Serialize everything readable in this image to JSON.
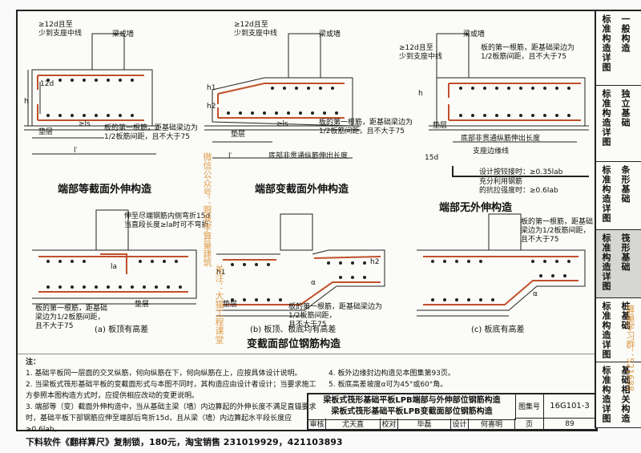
{
  "diagrams": {
    "top_left": {
      "title": "端部等截面外伸构造",
      "labels": {
        "anchor": "≥12d且至\n少到支座中线",
        "wall": "梁或墙",
        "first_bar": "板的第一根筋，距基础梁边为\n1/2板筋间距，且不大于75",
        "cushion": "垫层",
        "l_prime": "l′",
        "ls": "≥ls",
        "d12": "12d",
        "h": "h"
      }
    },
    "top_mid": {
      "title": "端部变截面外伸构造",
      "labels": {
        "anchor": "≥12d且至\n少到支座中线",
        "wall": "梁或墙",
        "first_bar": "板的第一根筋，距基础梁边为\n1/2板筋间距，且不大于75",
        "cushion": "垫层",
        "rebar_len": "底部非贯通纵筋伸出长度",
        "l_prime": "l′",
        "ls": "≥ls",
        "h1": "h1",
        "h2": "h2"
      }
    },
    "top_right": {
      "title": "端部无外伸构造",
      "labels": {
        "anchor": "≥12d且至\n少到支座中线",
        "wall": "梁或墙",
        "first_bar": "板的第一根筋，距基础梁边为\n1/2板筋间距，且不大于75",
        "cushion": "垫层",
        "rebar_len": "底部非贯通纵筋伸出长度",
        "support_edge": "支座边缘线",
        "design_hinge": "设计按铰接时：≥0.35lab",
        "full_tension": "充分利用钢筋\n的抗拉强度时：≥0.6lab",
        "d15": "15d",
        "h": "h"
      }
    },
    "bottom": {
      "title": "变截面部位钢筋构造",
      "labels": {
        "bend_note": "伸至尽端钢筋内侧弯折15d\n当直段长度≥la时可不弯折",
        "first_bar_left": "板的第一根筋，距基础\n梁边为1/2板筋间距，\n且不大于75",
        "first_bar_mid": "板的第一根筋，距基础梁边为\n1/2板筋间距，\n且不大于75",
        "first_bar_right": "板的第一根筋，距基础\n梁边为1/2板筋间距，\n且不大于75",
        "cushion": "垫层",
        "la": "la",
        "alpha": "α",
        "h1": "h1",
        "h2": "h2"
      },
      "subcaptions": [
        "(a) 板顶有高差",
        "(b) 板顶、板底均有高差",
        "(c) 板底有高差"
      ]
    }
  },
  "notes": {
    "header": "注：",
    "items": [
      "1. 基础平板同一层面的交叉纵筋，何向纵筋在下，何向纵筋在上，应按具体设计说明。",
      "2. 当梁板式筏形基础平板的变截面形式与本图不同时，其构造应由设计者设计；当要求施工方参照本图构造方式时，应提供相应改动的变更说明。",
      "3. 端部等（变）截面外伸构造中，当从基础主梁（墙）内边算起的外伸长度不满足直锚要求时，基础平板下部钢筋应伸至端部后弯折15d，且从梁（墙）内边算起水平段长度应≥0.6lab。",
      "4. 板外边缘封边构造见本图集第93页。",
      "5. 板底高差坡度α可为45°或60°角。"
    ]
  },
  "title_block": {
    "main_title_1": "梁板式筏形基础平板LPB端部与外伸部位钢筋构造",
    "main_title_2": "梁板式筏形基础平板LPB变截面部位钢筋构造",
    "atlas_label": "图集号",
    "atlas_no": "16G101-3",
    "review_label": "审核",
    "reviewer": "尤天直",
    "check_label": "校对",
    "checker": "毕磊",
    "design_label": "设计",
    "designer": "何喜明",
    "page_label": "页",
    "page_no": "89"
  },
  "sidebar": {
    "sections": [
      {
        "label": "一般构造",
        "prefix": "标准构造详图"
      },
      {
        "label": "独立基础",
        "prefix": "标准构造详图"
      },
      {
        "label": "条形基础",
        "prefix": "标准构造详图"
      },
      {
        "label": "筏形基础",
        "prefix": "标准构造详图",
        "active": true
      },
      {
        "label": "桩基础",
        "prefix": "标准构造详图"
      },
      {
        "label": "基础相关构造",
        "prefix": "标准构造详图"
      }
    ]
  },
  "watermarks": [
    "微信公众号：跟我学算量建筑",
    "关注：大猫工程课堂",
    "算量学习群：521688"
  ],
  "footer": "下料软件《翻样算尺》复制锁，180元，淘宝销售    231019929，421103893",
  "colors": {
    "rebar": "#c0502a",
    "line": "#222222",
    "watermark": "#d98a2a",
    "active_tab": "#d6d6d2"
  }
}
